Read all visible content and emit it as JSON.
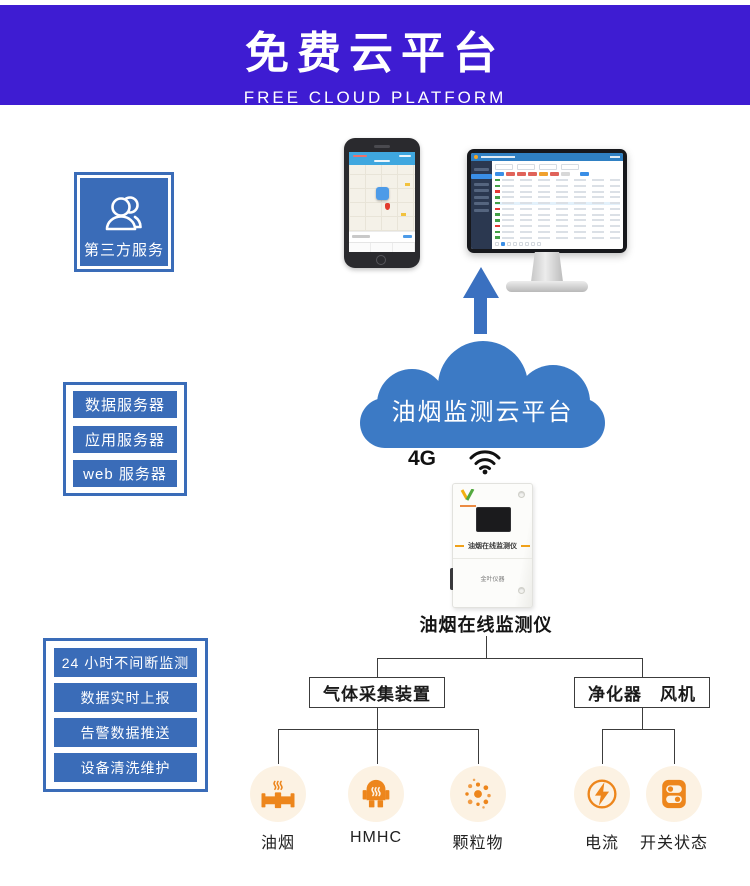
{
  "banner": {
    "title": "免费云平台",
    "subtitle": "FREE CLOUD PLATFORM"
  },
  "left": {
    "third_party_label": "第三方服务",
    "servers": [
      "数据服务器",
      "应用服务器",
      "web 服务器"
    ],
    "features": [
      "24 小时不间断监测",
      "数据实时上报",
      "告警数据推送",
      "设备清洗维护"
    ]
  },
  "center": {
    "cloud_label": "油烟监测云平台",
    "network_label": "4G",
    "device_panel_title": "油烟在线监测仪",
    "device_brand": "金叶仪器",
    "device_caption": "油烟在线监测仪"
  },
  "tree": {
    "gas_box": "气体采集装置",
    "purifier_box": "净化器　风机"
  },
  "sensors": [
    {
      "label": "油烟",
      "icon": "fume-pipe-icon"
    },
    {
      "label": "HMHC",
      "icon": "stove-icon"
    },
    {
      "label": "颗粒物",
      "icon": "particles-icon"
    },
    {
      "label": "电流",
      "icon": "current-icon"
    },
    {
      "label": "开关状态",
      "icon": "switch-status-icon"
    }
  ],
  "colors": {
    "banner_blue": "#3E1CD2",
    "box_blue": "#3A6CB8",
    "cloud_blue": "#3C7AC5",
    "arrow_blue": "#3A70C0",
    "accent_orange": "#ED861C"
  }
}
